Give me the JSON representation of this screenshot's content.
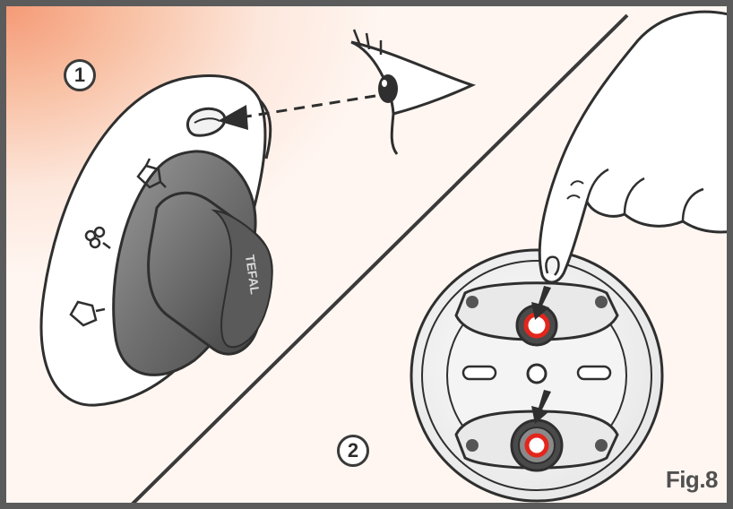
{
  "figure": {
    "label": "Fig.8",
    "steps": [
      {
        "number": "1"
      },
      {
        "number": "2"
      }
    ],
    "knob_brand_text": "TEFAL"
  },
  "colors": {
    "frame": "#5b5b5b",
    "warm_glow": "#f59a76",
    "outline": "#2f2f2f",
    "indicator_red": "#e3261c"
  }
}
